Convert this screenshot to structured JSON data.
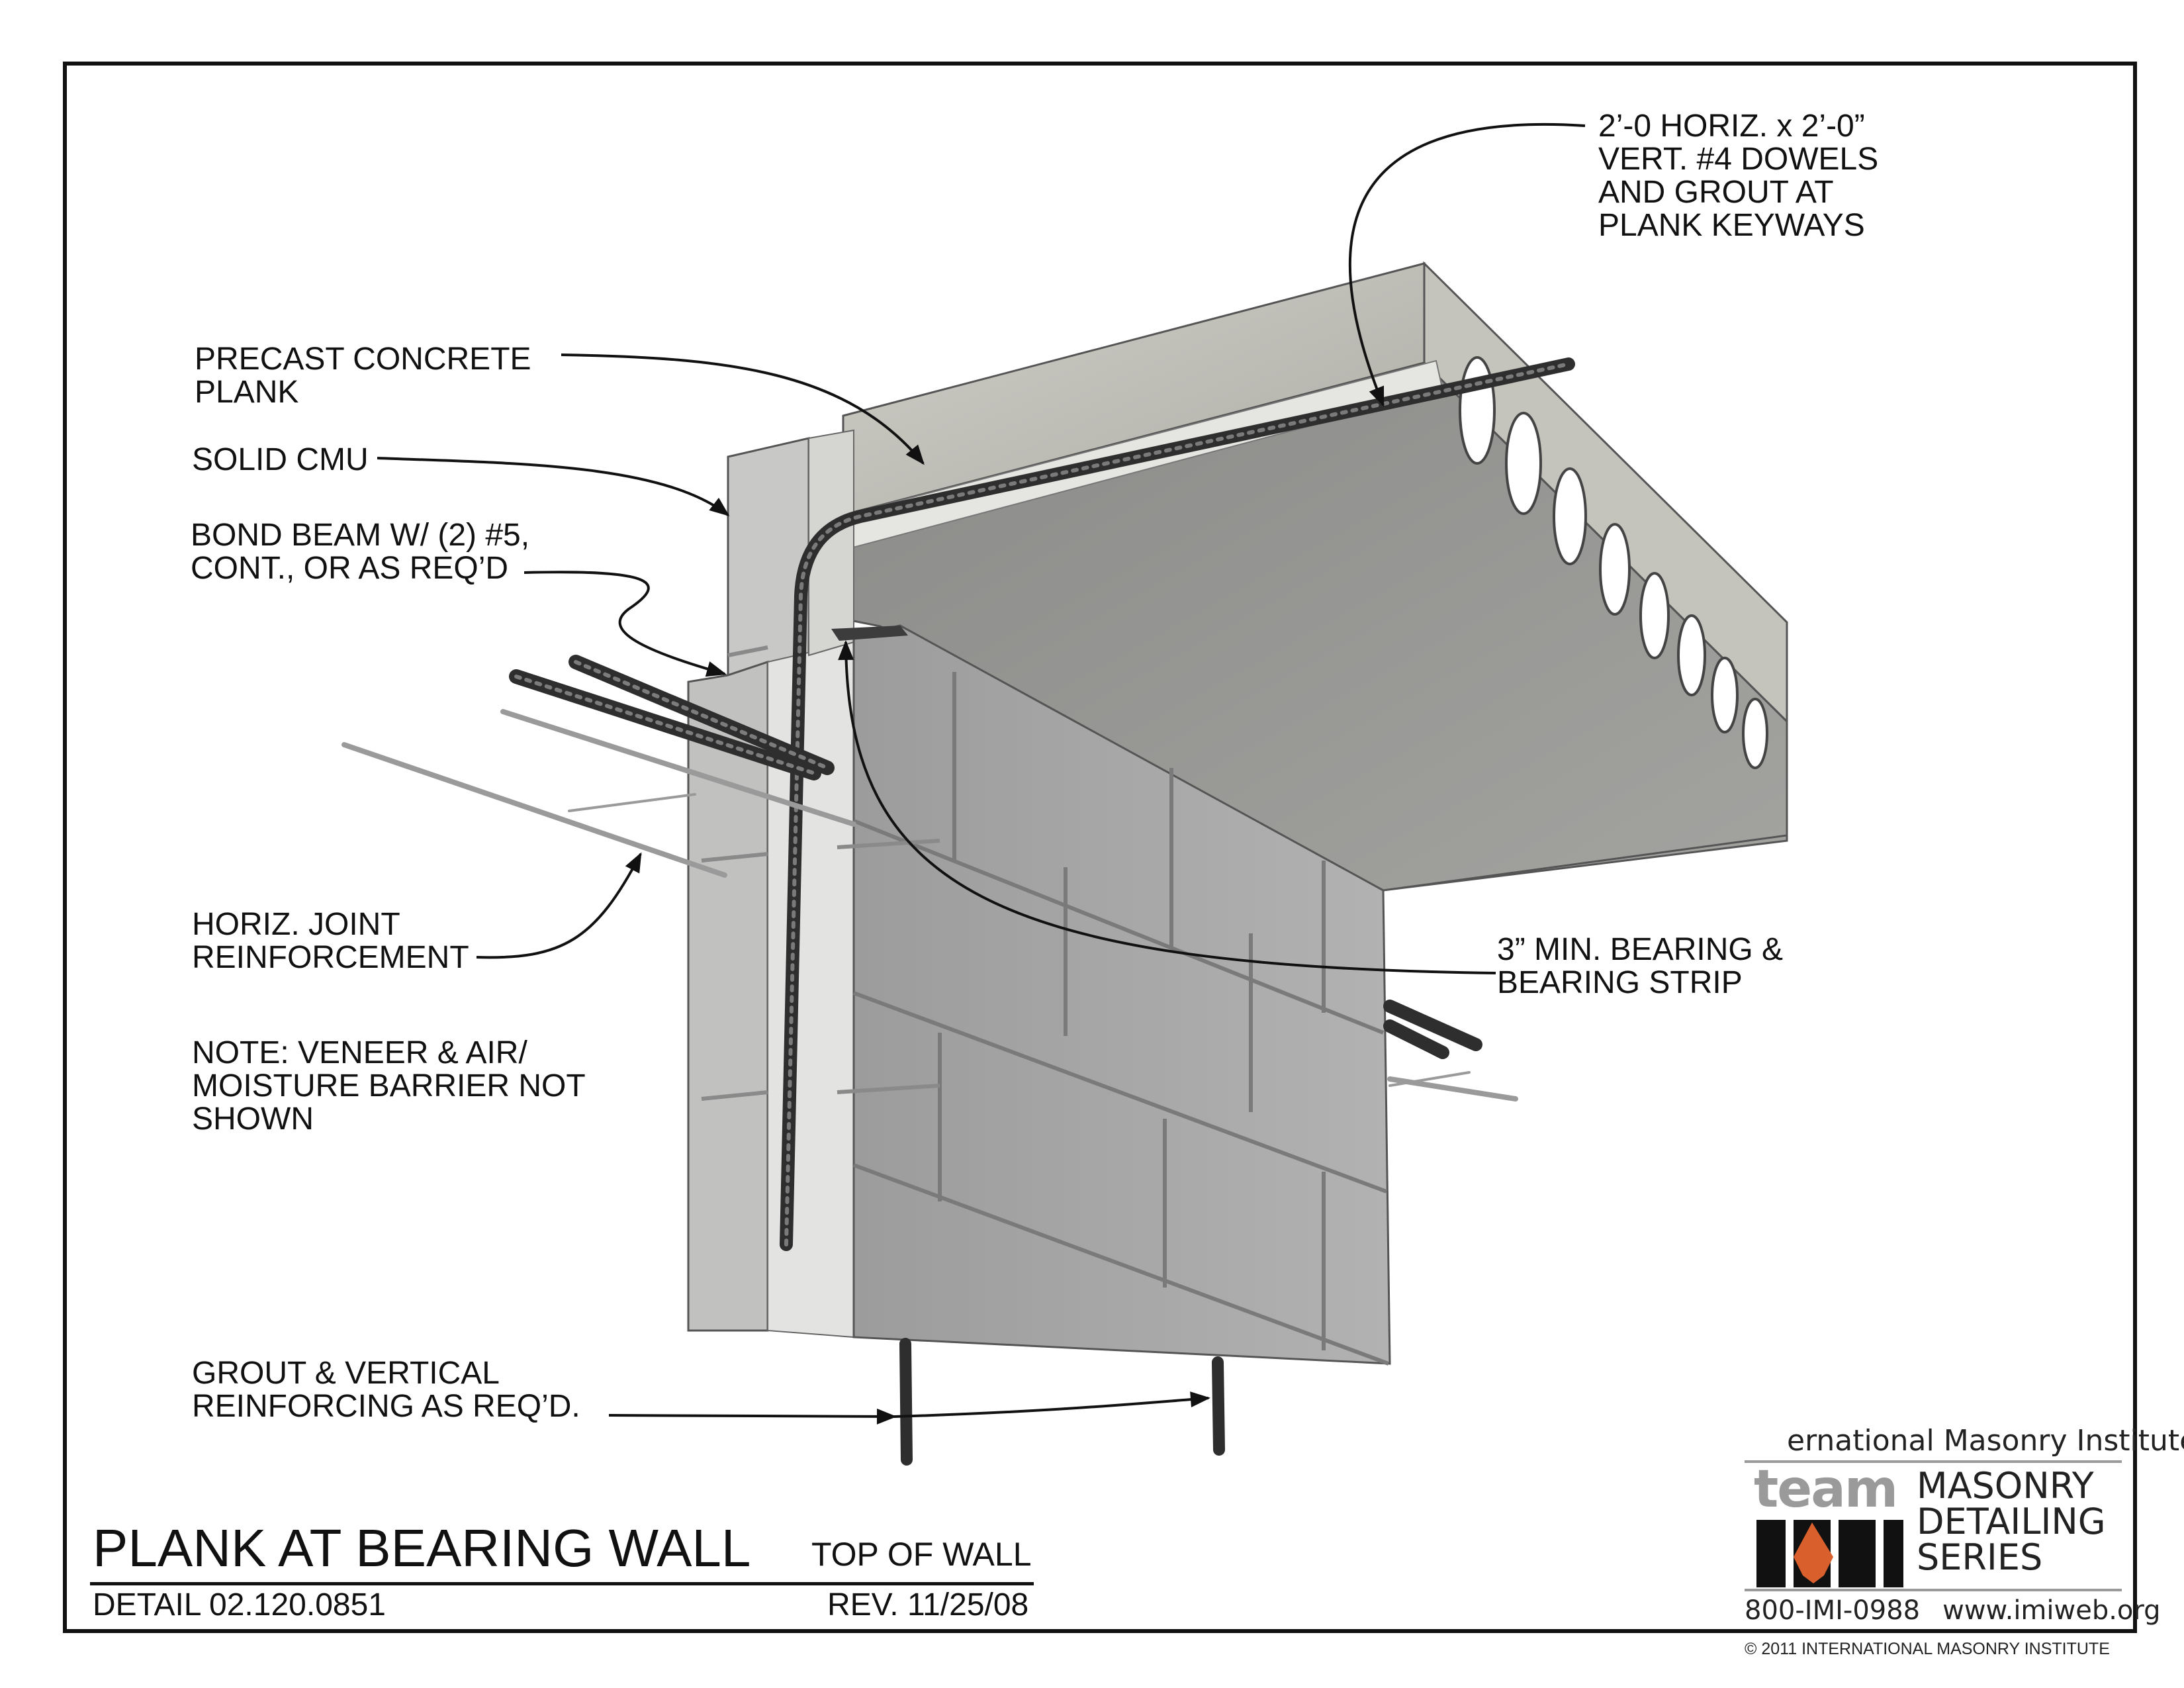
{
  "labels": {
    "dowels": [
      "2’-0 HORIZ. x 2’-0”",
      "VERT. #4 DOWELS",
      "AND GROUT AT",
      "PLANK KEYWAYS"
    ],
    "plank": [
      "PRECAST CONCRETE",
      "PLANK"
    ],
    "cmu": [
      "SOLID CMU"
    ],
    "bond_beam": [
      "BOND BEAM W/ (2) #5,",
      "CONT., OR AS REQ’D"
    ],
    "joint_reinf": [
      "HORIZ. JOINT",
      "REINFORCEMENT"
    ],
    "note": [
      "NOTE: VENEER & AIR/",
      "MOISTURE BARRIER NOT",
      "SHOWN"
    ],
    "bearing": [
      "3” MIN. BEARING &",
      "BEARING STRIP"
    ],
    "grout": [
      "GROUT & VERTICAL",
      "REINFORCING AS REQ’D."
    ]
  },
  "title_block": {
    "title": "PLANK AT BEARING WALL",
    "subtitle": "TOP OF WALL",
    "detail": "DETAIL 02.120.0851",
    "revision": "REV. 11/25/08"
  },
  "logo": {
    "org": "ernational Masonry Institute",
    "team": "team",
    "series": [
      "MASONRY",
      "DETAILING",
      "SERIES"
    ],
    "phone": "800-IMI-0988",
    "web": "www.imiweb.org",
    "copyright": "© 2011 INTERNATIONAL MASONRY INSTITUTE"
  },
  "colors": {
    "concrete": "#b9b8b2",
    "concrete_dark": "#8e8e8c",
    "cmu": "#a9a9a9",
    "grout": "#e6e6e4",
    "rebar": "#3a3a3a",
    "accent_orange": "#d9602c"
  }
}
